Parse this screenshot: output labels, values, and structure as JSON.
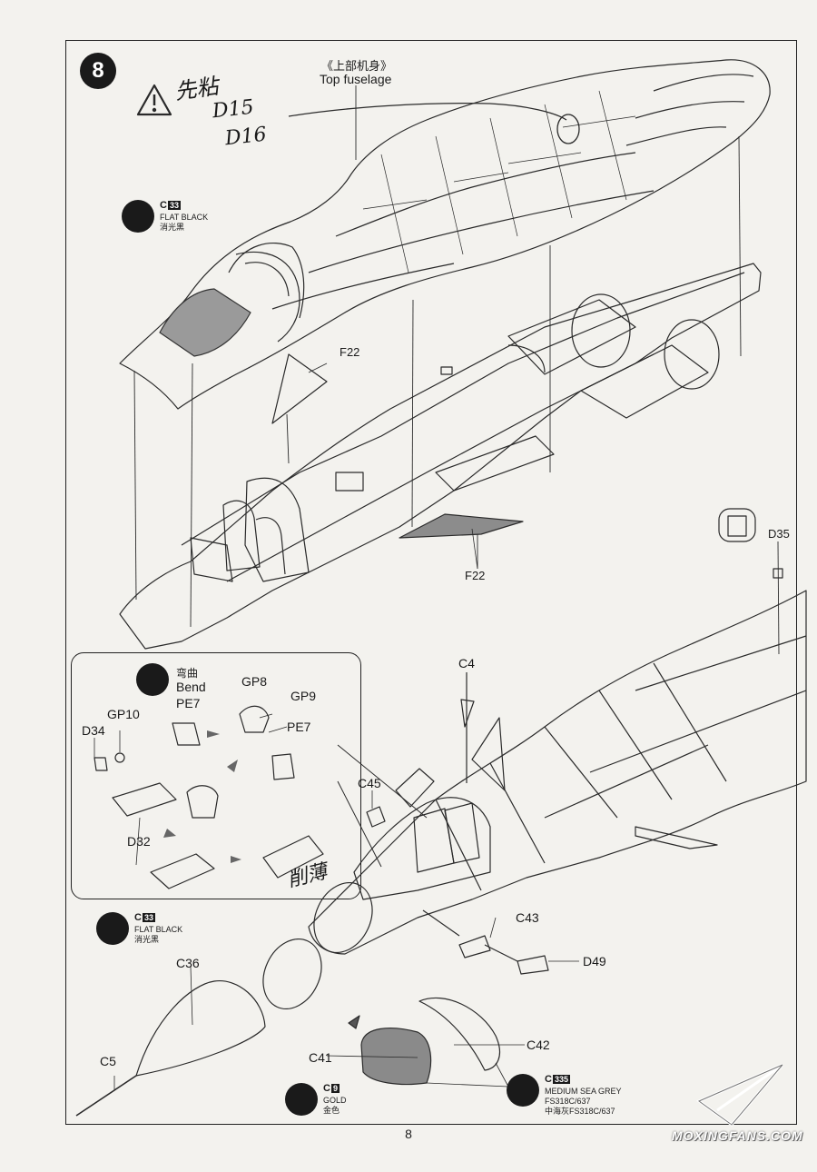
{
  "page": {
    "step_number": "8",
    "page_number": "8",
    "watermark": "MOXINGFANS.COM"
  },
  "top": {
    "title_cn": "《上部机身》",
    "title_en": "Top fuselage",
    "handwritten_note_1": "先粘",
    "handwritten_note_2": "D15",
    "handwritten_note_3": "D16",
    "part_f22_a": "F22",
    "part_f22_b": "F22",
    "part_d35": "D35"
  },
  "paints": {
    "flat_black_1": {
      "code": "C",
      "num": "33",
      "name": "FLAT BLACK",
      "name_cn": "消光黑"
    },
    "flat_black_2": {
      "code": "C",
      "num": "33",
      "name": "FLAT BLACK",
      "name_cn": "消光黑"
    },
    "gold": {
      "code": "C",
      "num": "9",
      "name": "GOLD",
      "name_cn": "金色"
    },
    "medium_sea_grey": {
      "code": "C",
      "num": "335",
      "name": "MEDIUM SEA GREY",
      "name_2": "FS318C/637",
      "name_cn": "中海灰FS318C/637"
    }
  },
  "inset": {
    "bend_cn": "弯曲",
    "bend_en": "Bend",
    "handwritten_note": "削薄",
    "parts": {
      "pe7_a": "PE7",
      "gp8": "GP8",
      "gp9": "GP9",
      "pe7_b": "PE7",
      "gp10": "GP10",
      "d34": "D34",
      "d32": "D32"
    }
  },
  "bottom_parts": {
    "c4": "C4",
    "c45": "C45",
    "c43": "C43",
    "d49": "D49",
    "c36": "C36",
    "c5": "C5",
    "c41": "C41",
    "c42": "C42"
  }
}
